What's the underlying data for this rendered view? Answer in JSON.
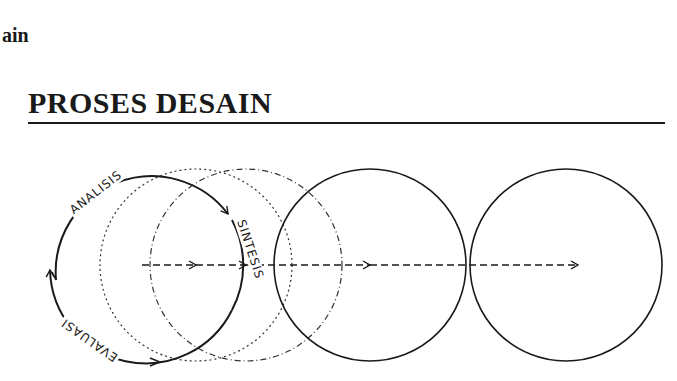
{
  "diagram": {
    "title": "PROSES DESAIN",
    "labels": [
      "ain",
      "ANALISIS",
      "SINTESIS",
      "EVALUASI"
    ]
  }
}
